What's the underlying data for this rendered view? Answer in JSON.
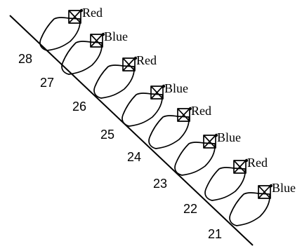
{
  "units": [
    {
      "number": "28",
      "color": "Red"
    },
    {
      "number": "27",
      "color": "Blue"
    },
    {
      "number": "26",
      "color": "Red"
    },
    {
      "number": "25",
      "color": "Blue"
    },
    {
      "number": "24",
      "color": "Red"
    },
    {
      "number": "23",
      "color": "Blue"
    },
    {
      "number": "22",
      "color": "Red"
    },
    {
      "number": "21",
      "color": "Blue"
    }
  ]
}
